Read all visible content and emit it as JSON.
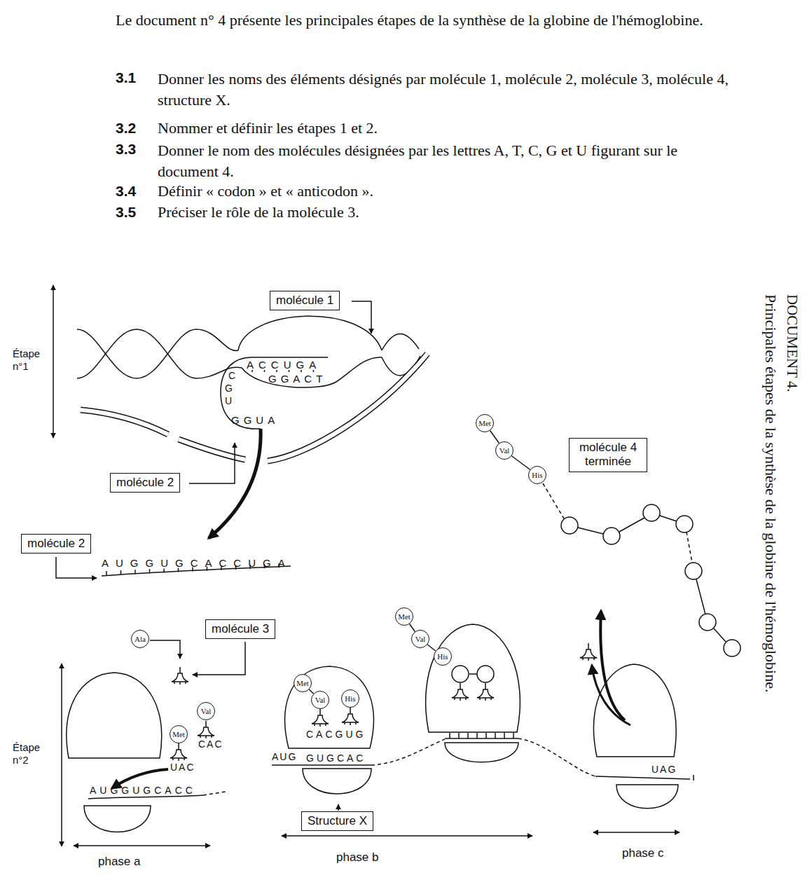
{
  "diagram": {
    "title": "DOCUMENT 4.",
    "caption": "Principales étapes de la synthèse de la globine de l'hémoglobine.",
    "nodes": [
      {
        "text": [
          "molécule 1"
        ]
      },
      {
        "text": [
          "molécule 2"
        ]
      },
      {
        "text": [
          "molécule 2"
        ]
      },
      {
        "text": [
          "molécule 4 terminée"
        ]
      },
      {
        "text": [
          "Met"
        ]
      },
      {
        "text": [
          "Val"
        ]
      },
      {
        "text": [
          "His"
        ]
      },
      {
        "text": [
          "Ala"
        ]
      },
      {
        "text": [
          "molécule 3"
        ]
      },
      {
        "text": [
          "Met"
        ]
      },
      {
        "text": [
          "Val"
        ]
      },
      {
        "text": [
          "Met"
        ]
      },
      {
        "text": [
          "Val"
        ]
      },
      {
        "text": [
          "His"
        ]
      },
      {
        "text": [
          "Structure X"
        ]
      },
      {
        "text": [
          "Met"
        ]
      },
      {
        "text": [
          "Val"
        ]
      },
      {
        "text": [
          "His"
        ]
      }
    ],
    "edges": [
      {
        "from": 4,
        "to": 5,
        "arrow": "none"
      },
      {
        "from": 5,
        "to": 6,
        "arrow": "none"
      },
      {
        "from": 11,
        "to": 12,
        "arrow": "none"
      },
      {
        "from": 15,
        "to": 16,
        "arrow": "none"
      },
      {
        "from": 16,
        "to": 17,
        "arrow": "none"
      }
    ],
    "labels": [
      "Le document n° 4 présente les principales étapes de la synthèse de la globine de l'hémoglobine.",
      "3.1",
      "Donner les noms des éléments désignés par molécule 1, molécule 2, molécule 3, molécule 4, structure X.",
      "3.2",
      "Nommer et définir les étapes 1 et 2.",
      "3.3",
      "Donner le nom des molécules désignées par les lettres A, T, C, G et U figurant sur le document 4.",
      "3.4",
      "Définir « codon » et « anticodon ».",
      "3.5",
      "Préciser le rôle de la molécule 3.",
      "Étape n°1",
      "ACCUGA",
      "GGACT",
      "C",
      "G",
      "U",
      "GGUA",
      "AUGGUGCACCUGA",
      "Étape n°2",
      "AUGGUGCACC",
      "UAC",
      "CAC",
      "phase a",
      "CACGUG",
      "AUG",
      "GUGCAC",
      "phase b",
      "UAG",
      "phase c"
    ]
  }
}
